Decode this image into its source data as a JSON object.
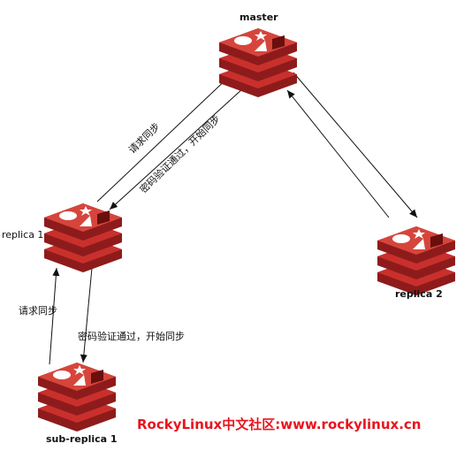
{
  "nodes": {
    "master": {
      "label": "master"
    },
    "replica1": {
      "label": "replica 1"
    },
    "replica2": {
      "label": "replica 2"
    },
    "subreplica1": {
      "label": "sub-replica 1"
    }
  },
  "edges": {
    "r1_to_master": "请求同步",
    "master_to_r1": "密码验证通过，开始同步",
    "sub_to_r1": "请求同步",
    "r1_to_sub": "密码验证通过，开始同步"
  },
  "watermark": "RockyLinux中文社区:www.rockylinux.cn",
  "colors": {
    "redis_red": "#c9302c",
    "redis_dark": "#8e1b1b",
    "watermark": "#e8141e"
  }
}
